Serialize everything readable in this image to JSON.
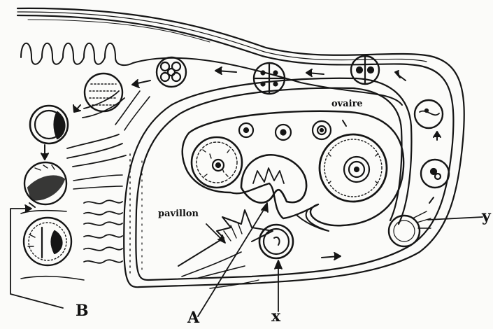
{
  "labels": {
    "ovaire": "ovaire",
    "pavillon": "pavillon",
    "A": "A",
    "B": "B",
    "x": "x",
    "y": "y"
  },
  "colors": {
    "ink": "#151515",
    "paper": "#fbfbf9"
  }
}
